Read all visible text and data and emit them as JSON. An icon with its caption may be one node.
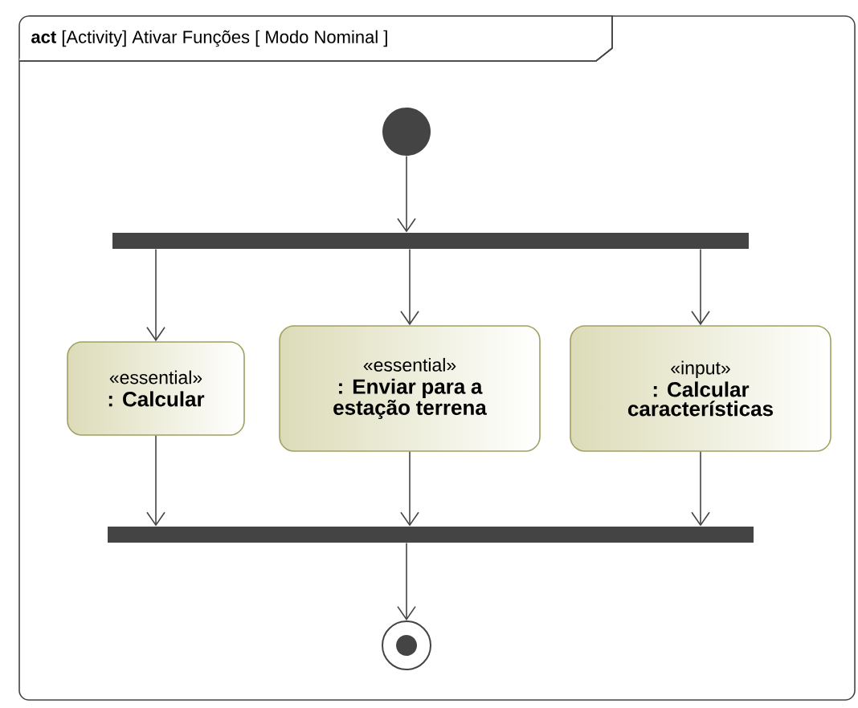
{
  "diagram": {
    "nodes": [
      {
        "text": [
          "**act** [Activity] Ativar Funções [ Modo Nominal ]"
        ]
      },
      {
        "text": [],
        "shape": "circle",
        "in": 0
      },
      {
        "text": [],
        "shape": "bar",
        "in": 0
      },
      {
        "text": [
          "«essential»",
          ": Calcular"
        ],
        "in": 0
      },
      {
        "text": [
          "«essential»",
          ": Enviar para a estação terrena"
        ],
        "in": 0
      },
      {
        "text": [
          "«input»",
          ": Calcular características"
        ],
        "in": 0
      },
      {
        "text": [],
        "shape": "bar",
        "in": 0
      },
      {
        "text": [],
        "shape": "circle",
        "in": 0
      }
    ],
    "edges": [
      {
        "from": 1,
        "to": 2,
        "arrow": "to"
      },
      {
        "from": 2,
        "to": 3,
        "arrow": "to"
      },
      {
        "from": 2,
        "to": 4,
        "arrow": "to"
      },
      {
        "from": 2,
        "to": 5,
        "arrow": "to"
      },
      {
        "from": 3,
        "to": 6,
        "arrow": "to"
      },
      {
        "from": 4,
        "to": 6,
        "arrow": "to"
      },
      {
        "from": 5,
        "to": 6,
        "arrow": "to"
      },
      {
        "from": 6,
        "to": 7,
        "arrow": "to"
      }
    ]
  }
}
